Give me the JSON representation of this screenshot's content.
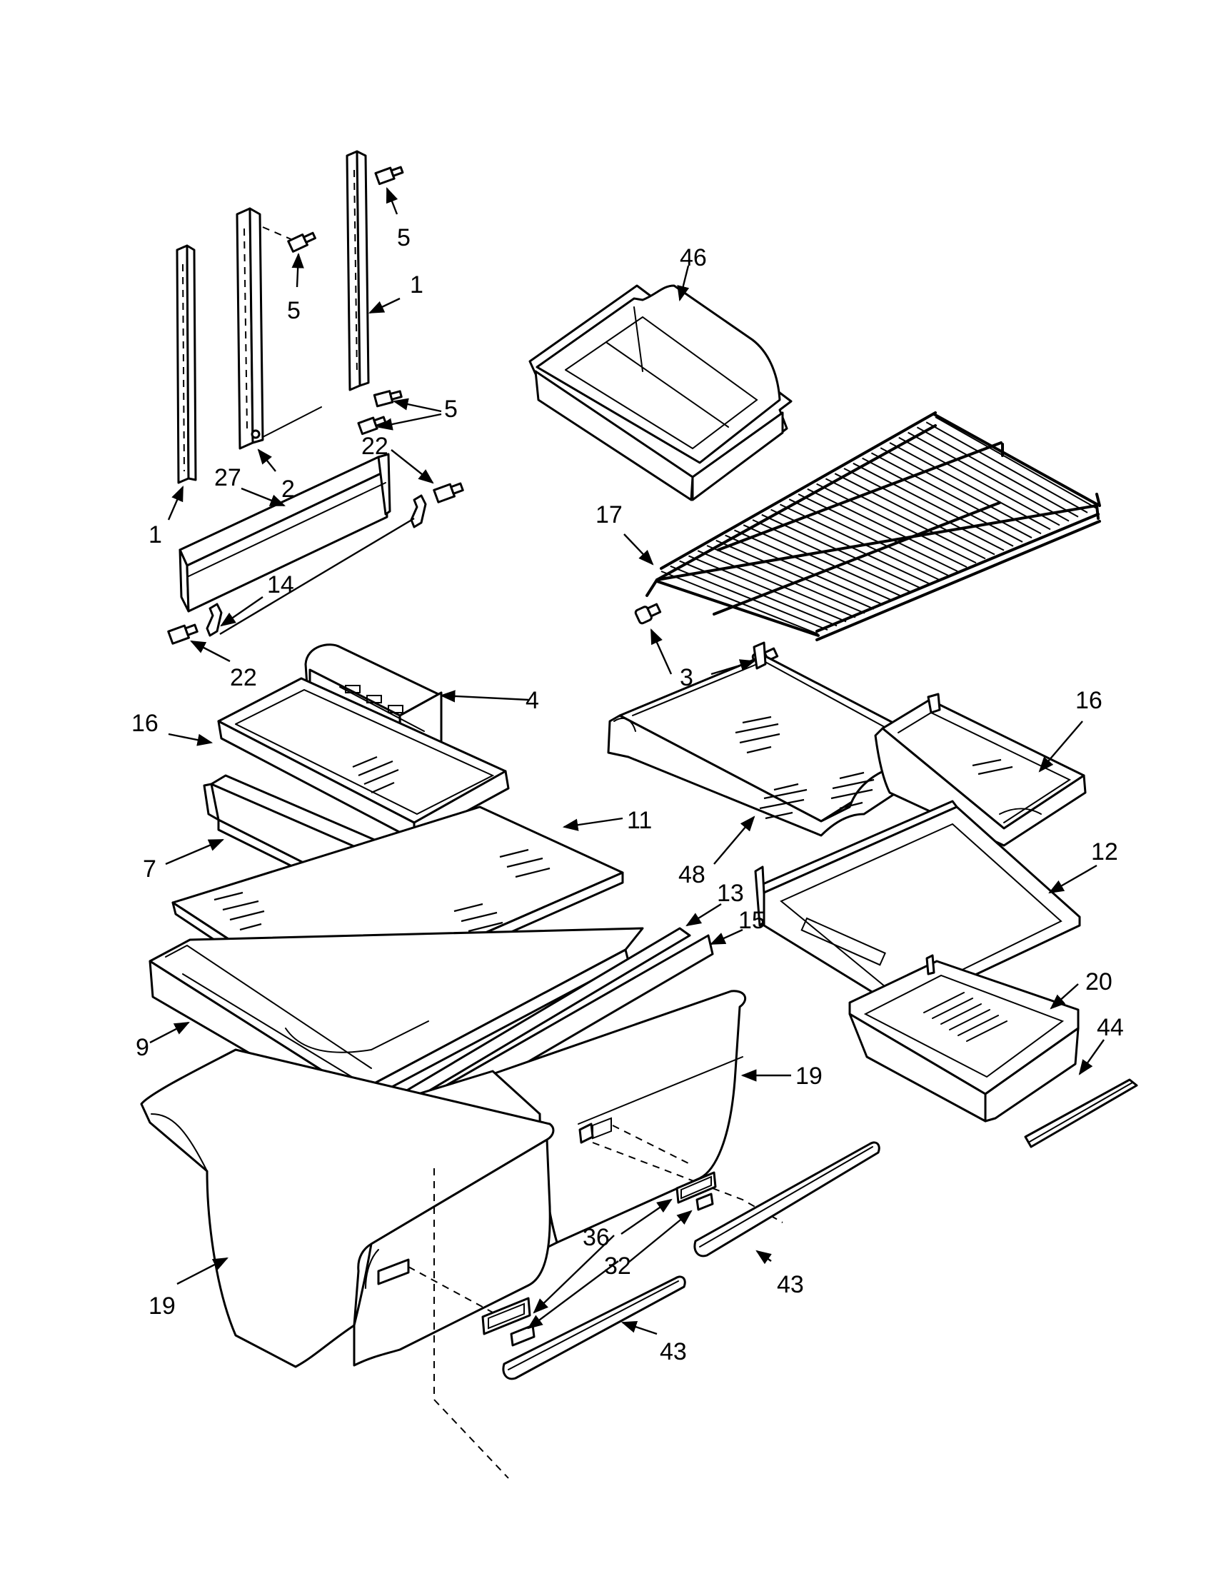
{
  "callouts": [
    {
      "id": "c1a",
      "text": "1"
    },
    {
      "id": "c1b",
      "text": "1"
    },
    {
      "id": "c2",
      "text": "2"
    },
    {
      "id": "c3",
      "text": "3"
    },
    {
      "id": "c4",
      "text": "4"
    },
    {
      "id": "c5a",
      "text": "5"
    },
    {
      "id": "c5b",
      "text": "5"
    },
    {
      "id": "c5c",
      "text": "5"
    },
    {
      "id": "c7",
      "text": "7"
    },
    {
      "id": "c9",
      "text": "9"
    },
    {
      "id": "c11",
      "text": "11"
    },
    {
      "id": "c12",
      "text": "12"
    },
    {
      "id": "c13",
      "text": "13"
    },
    {
      "id": "c14",
      "text": "14"
    },
    {
      "id": "c15",
      "text": "15"
    },
    {
      "id": "c16a",
      "text": "16"
    },
    {
      "id": "c16b",
      "text": "16"
    },
    {
      "id": "c17",
      "text": "17"
    },
    {
      "id": "c19a",
      "text": "19"
    },
    {
      "id": "c19b",
      "text": "19"
    },
    {
      "id": "c20",
      "text": "20"
    },
    {
      "id": "c22a",
      "text": "22"
    },
    {
      "id": "c22b",
      "text": "22"
    },
    {
      "id": "c27",
      "text": "27"
    },
    {
      "id": "c32",
      "text": "32"
    },
    {
      "id": "c36",
      "text": "36"
    },
    {
      "id": "c43a",
      "text": "43"
    },
    {
      "id": "c43b",
      "text": "43"
    },
    {
      "id": "c44",
      "text": "44"
    },
    {
      "id": "c46",
      "text": "46"
    },
    {
      "id": "c48",
      "text": "48"
    }
  ]
}
